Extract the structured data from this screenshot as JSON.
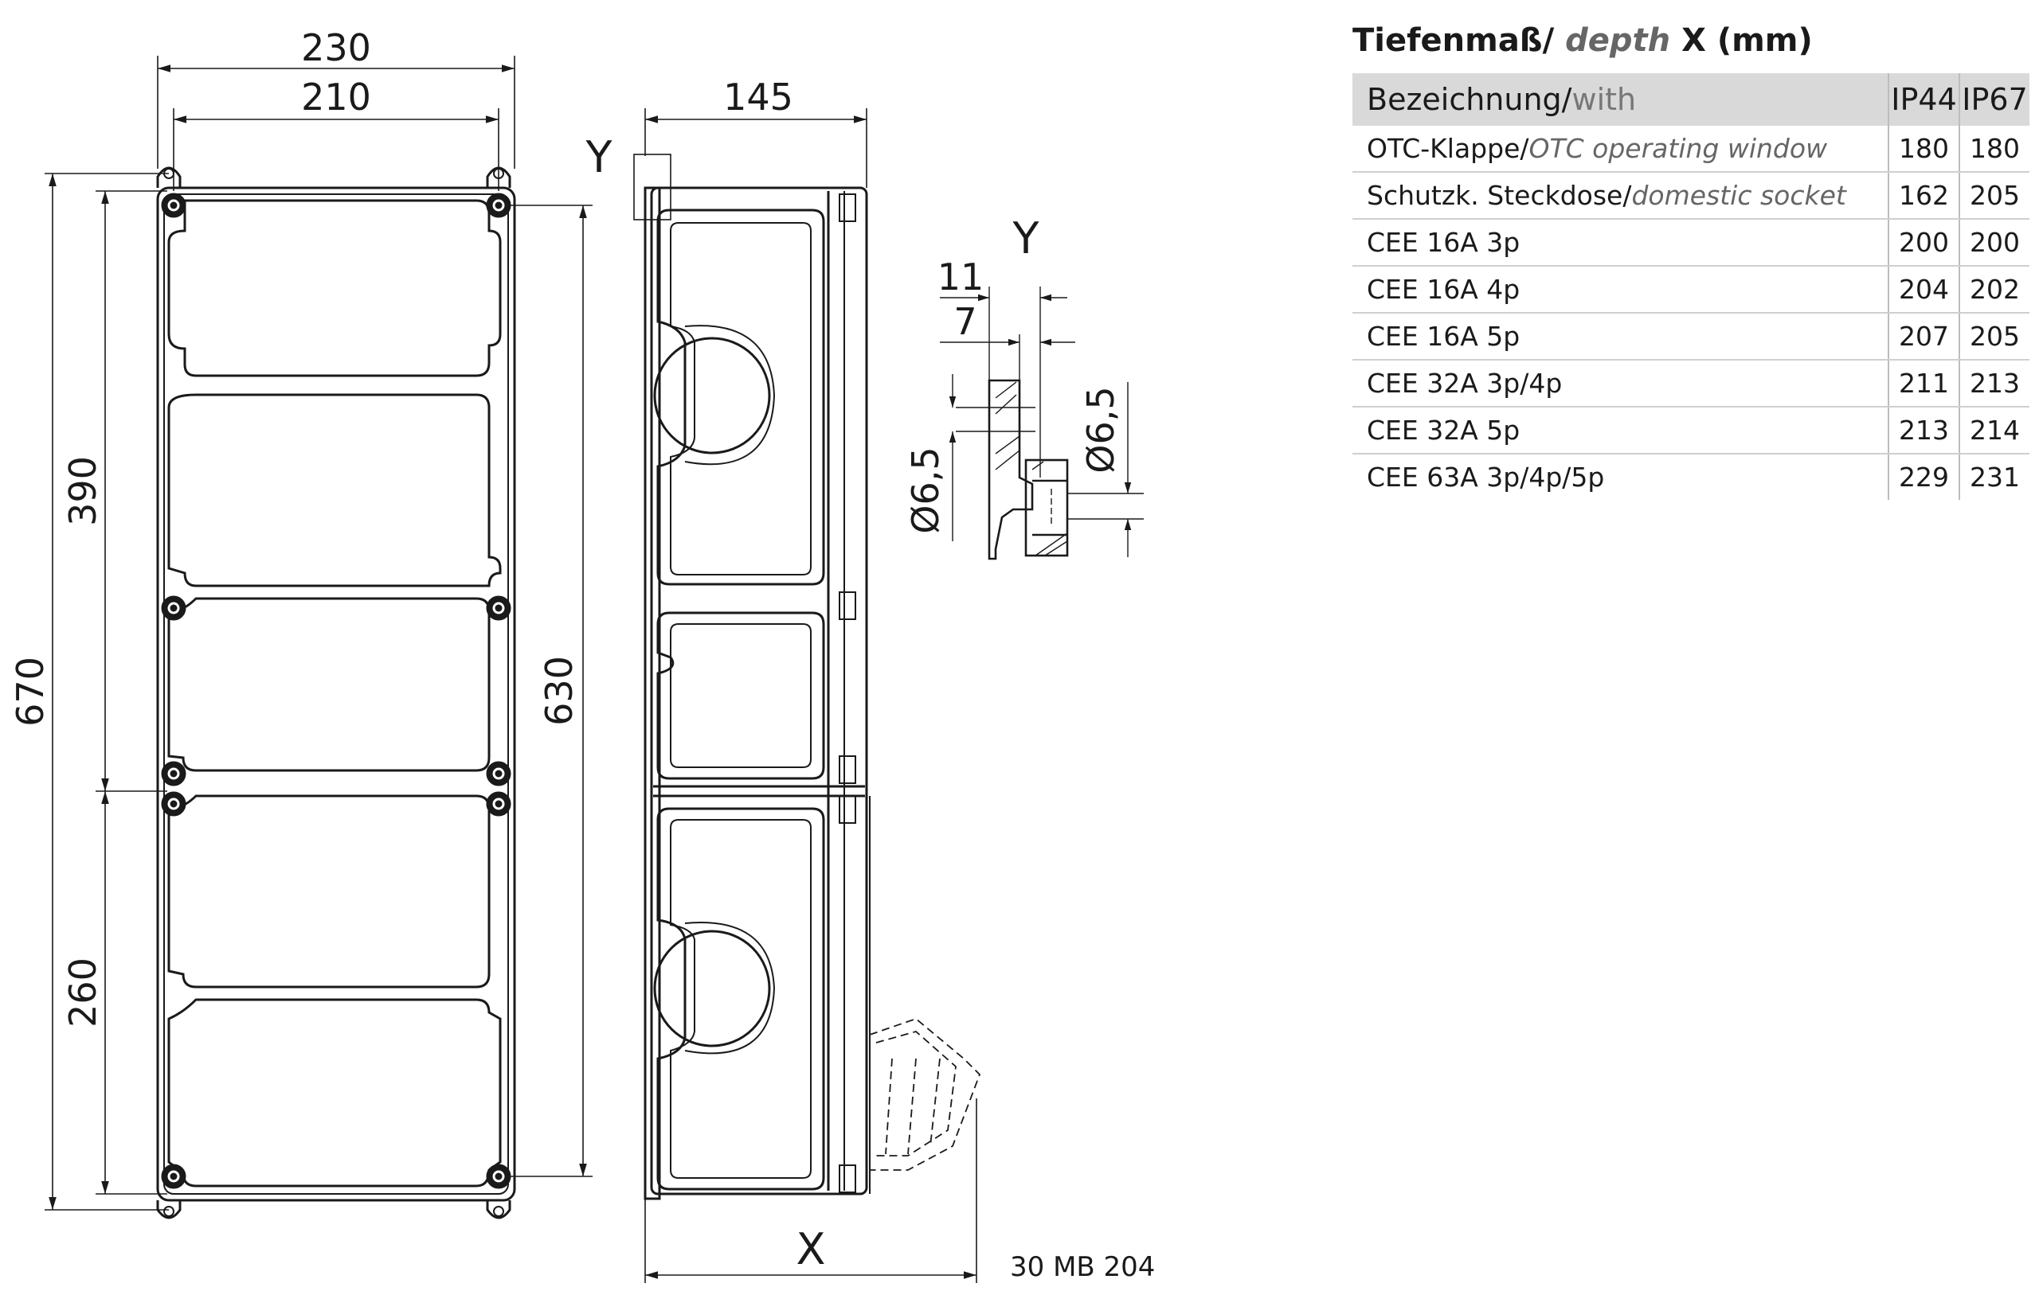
{
  "drawing": {
    "front": {
      "width_outer": "230",
      "width_inner": "210",
      "height_total": "670",
      "height_upper": "390",
      "height_lower": "260",
      "height_mount": "630"
    },
    "side": {
      "depth": "145",
      "depth_var": "X",
      "detail_ref": "Y"
    },
    "detail": {
      "title": "Y",
      "dim_a": "11",
      "dim_b": "7",
      "hole_left": "Ø6,5",
      "hole_right": "Ø6,5"
    },
    "code": "30 MB 204"
  },
  "table": {
    "title_main": "Tiefenmaß/",
    "title_italic": "depth",
    "title_end": "X (mm)",
    "header": {
      "name": "Bezeichnung/",
      "name_alt": "with",
      "ip44": "IP44",
      "ip67": "IP67"
    },
    "rows": [
      {
        "name": "OTC-Klappe/",
        "alt": "OTC operating window",
        "ip44": "180",
        "ip67": "180"
      },
      {
        "name": "Schutzk. Steckdose/",
        "alt": "domestic socket",
        "ip44": "162",
        "ip67": "205"
      },
      {
        "name": "CEE 16A 3p",
        "alt": "",
        "ip44": "200",
        "ip67": "200"
      },
      {
        "name": "CEE 16A 4p",
        "alt": "",
        "ip44": "204",
        "ip67": "202"
      },
      {
        "name": "CEE 16A 5p",
        "alt": "",
        "ip44": "207",
        "ip67": "205"
      },
      {
        "name": "CEE 32A 3p/4p",
        "alt": "",
        "ip44": "211",
        "ip67": "213"
      },
      {
        "name": "CEE 32A 5p",
        "alt": "",
        "ip44": "213",
        "ip67": "214"
      },
      {
        "name": "CEE 63A 3p/4p/5p",
        "alt": "",
        "ip44": "229",
        "ip67": "231"
      }
    ]
  }
}
